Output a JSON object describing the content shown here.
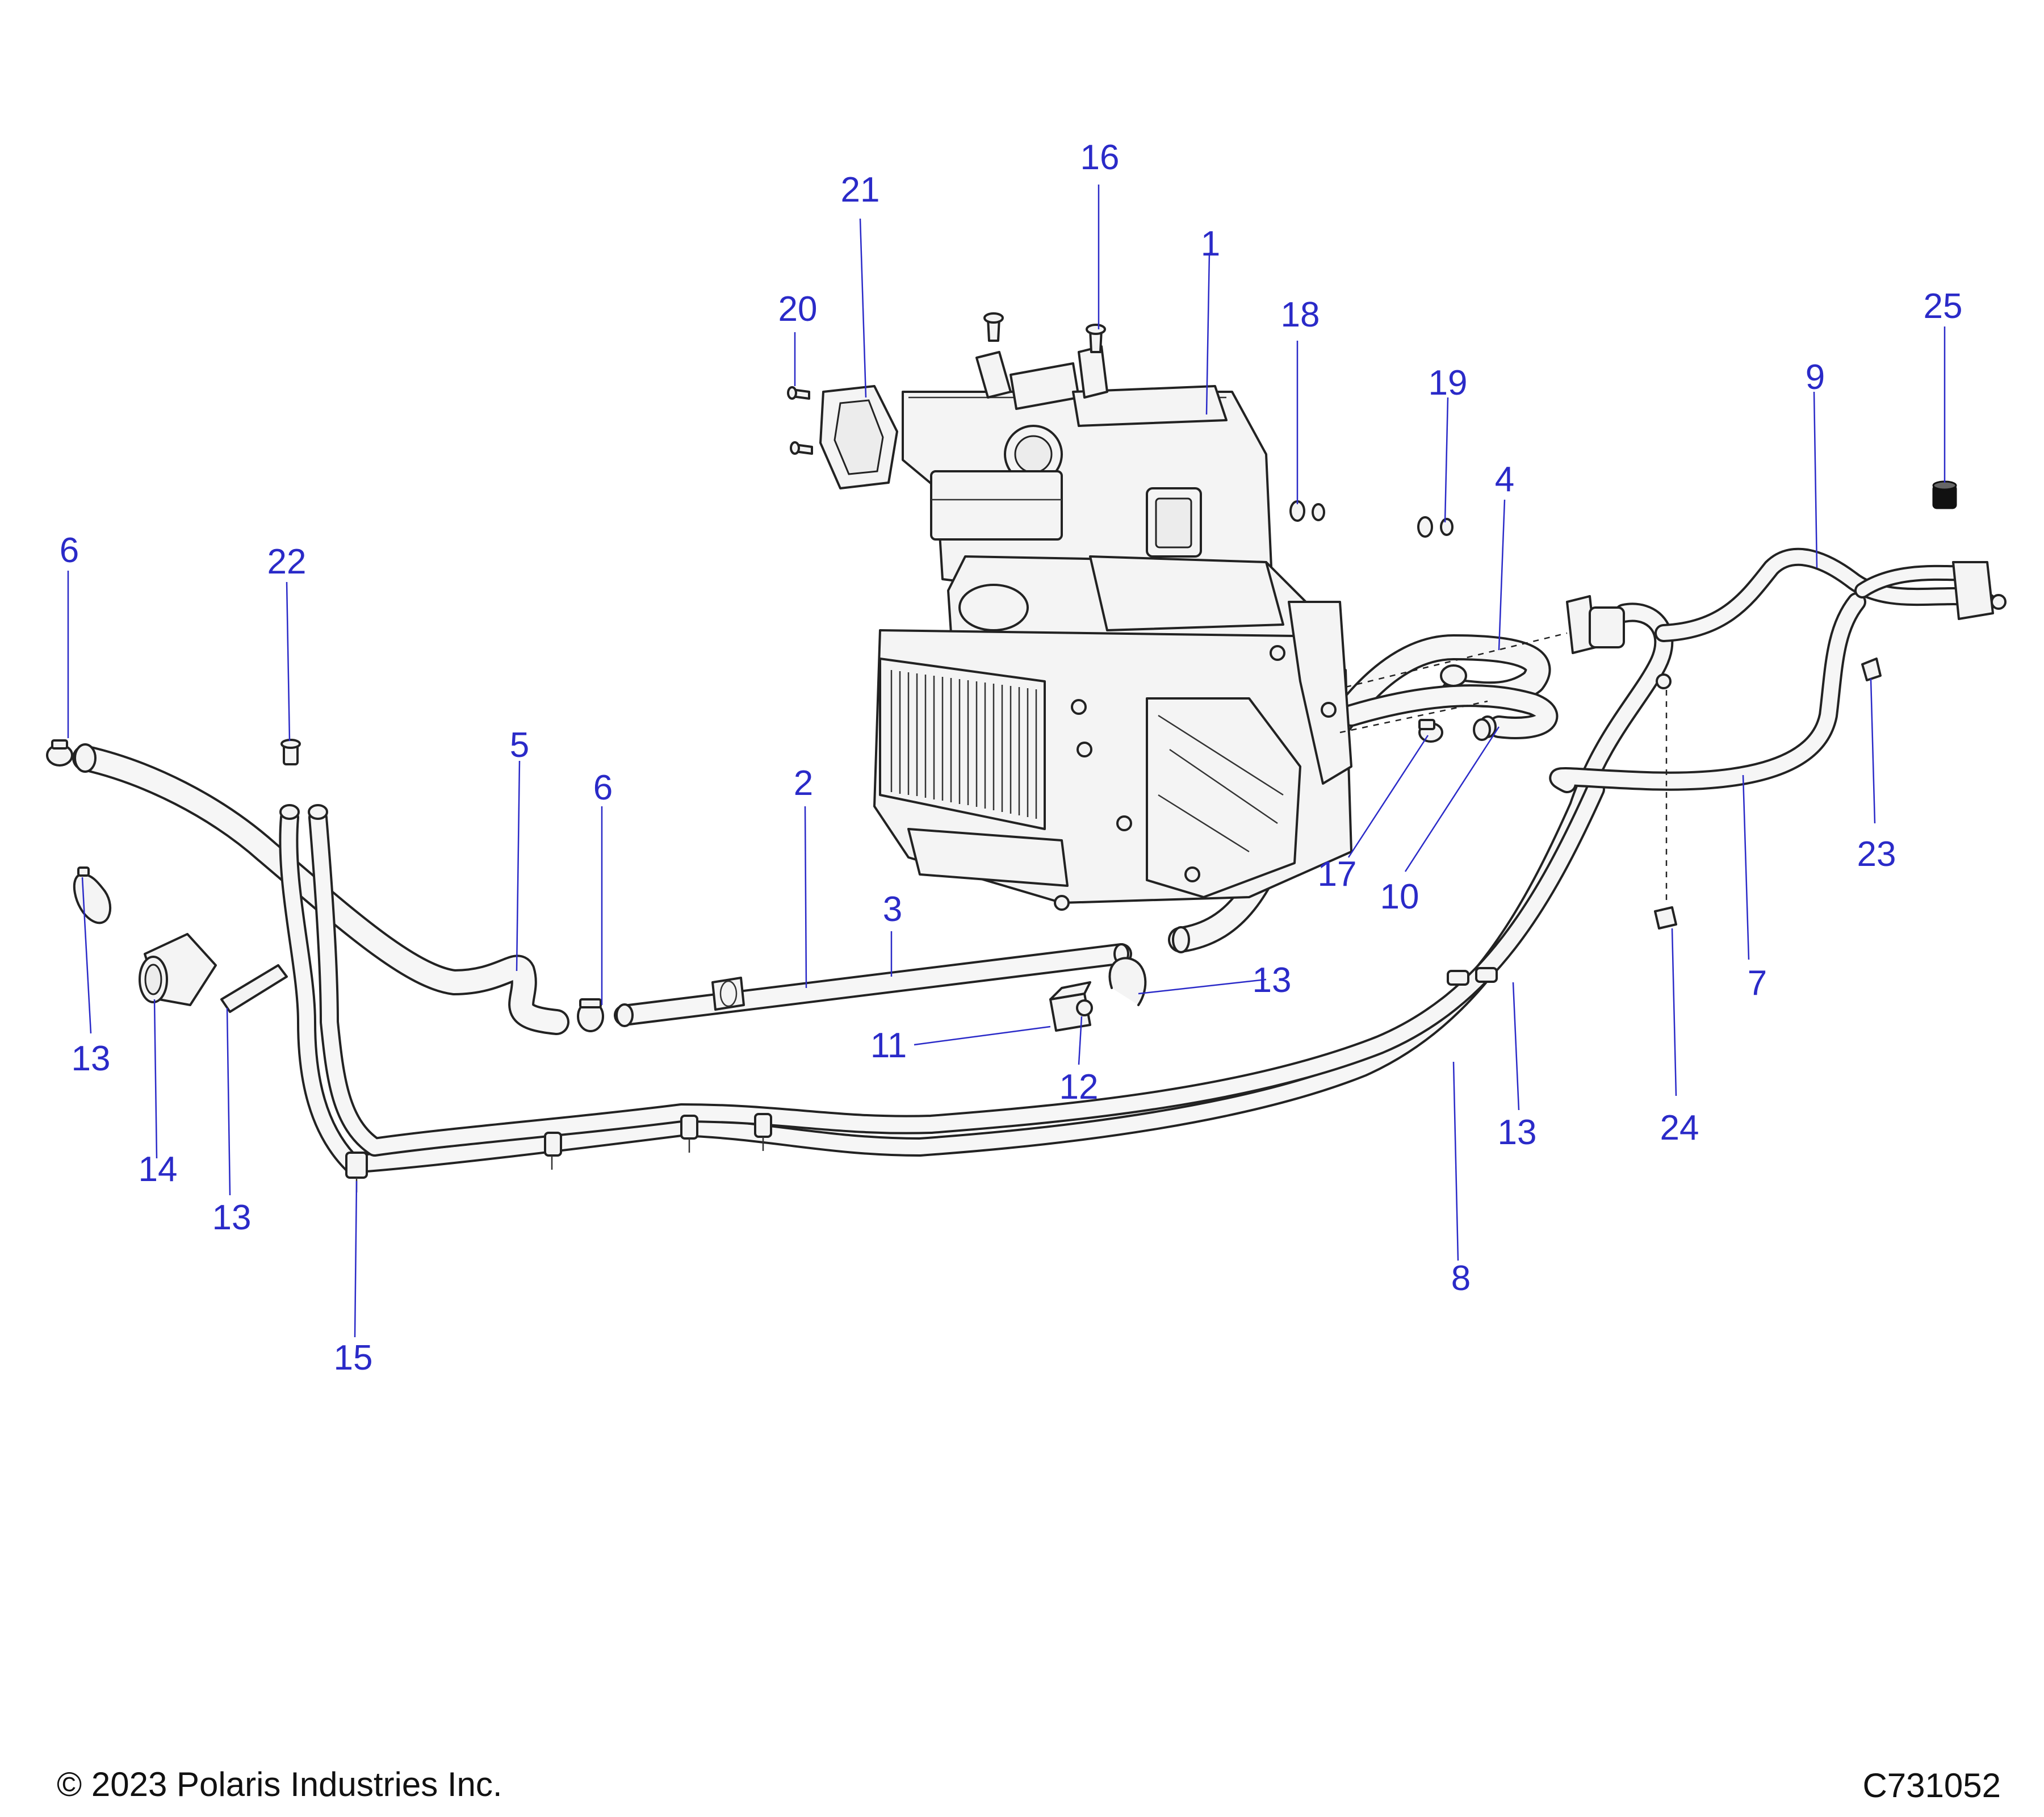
{
  "diagram": {
    "callouts": [
      {
        "id": "c1",
        "label": "1"
      },
      {
        "id": "c2",
        "label": "2"
      },
      {
        "id": "c3",
        "label": "3"
      },
      {
        "id": "c4",
        "label": "4"
      },
      {
        "id": "c5",
        "label": "5"
      },
      {
        "id": "c6a",
        "label": "6"
      },
      {
        "id": "c6b",
        "label": "6"
      },
      {
        "id": "c7",
        "label": "7"
      },
      {
        "id": "c8",
        "label": "8"
      },
      {
        "id": "c9",
        "label": "9"
      },
      {
        "id": "c10",
        "label": "10"
      },
      {
        "id": "c11",
        "label": "11"
      },
      {
        "id": "c12",
        "label": "12"
      },
      {
        "id": "c13a",
        "label": "13"
      },
      {
        "id": "c13b",
        "label": "13"
      },
      {
        "id": "c13c",
        "label": "13"
      },
      {
        "id": "c13d",
        "label": "13"
      },
      {
        "id": "c14",
        "label": "14"
      },
      {
        "id": "c15",
        "label": "15"
      },
      {
        "id": "c16",
        "label": "16"
      },
      {
        "id": "c17",
        "label": "17"
      },
      {
        "id": "c18",
        "label": "18"
      },
      {
        "id": "c19",
        "label": "19"
      },
      {
        "id": "c20",
        "label": "20"
      },
      {
        "id": "c21",
        "label": "21"
      },
      {
        "id": "c22",
        "label": "22"
      },
      {
        "id": "c23",
        "label": "23"
      },
      {
        "id": "c24",
        "label": "24"
      },
      {
        "id": "c25",
        "label": "25"
      }
    ]
  },
  "footer": {
    "copyright": "© 2023 Polaris Industries Inc.",
    "drawing_number": "C731052"
  },
  "colors": {
    "callout": "#2a2ac8",
    "line_art": "#222222",
    "part_fill": "#f4f4f4"
  }
}
